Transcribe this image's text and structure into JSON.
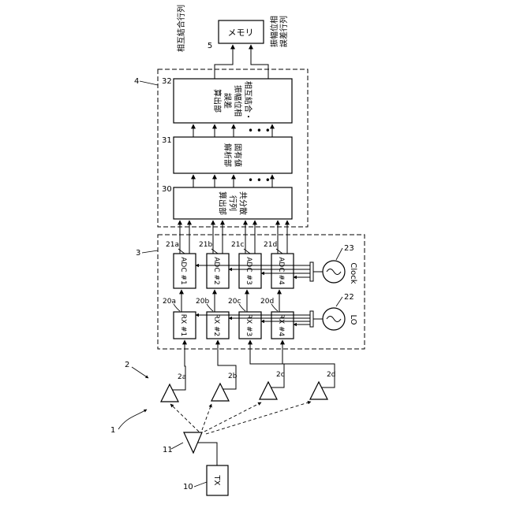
{
  "labels": {
    "corr_matrix_top": "相互結合行列",
    "memory_num": "5",
    "memory": "メモリ",
    "amp_phase_top_1": "振幅位相",
    "amp_phase_top_2": "誤差行列",
    "system_num": "1",
    "array_num": "2",
    "digitizer_num": "3",
    "processor_num": "4",
    "tx_num": "10",
    "tx_ant_num": "11",
    "tx": "TX",
    "lo_num": "22",
    "lo": "LO",
    "clock_num": "23",
    "clock": "Clock",
    "b30_num": "30",
    "b31_num": "31",
    "b32_num": "32",
    "b30_lines": [
      "共分散",
      "行列",
      "算出部"
    ],
    "b31_lines": [
      "固有値",
      "解析部"
    ],
    "b32_lines": [
      "相互結合・",
      "振幅位相",
      "誤差",
      "算出部"
    ]
  },
  "antennas": [
    {
      "num": "2a"
    },
    {
      "num": "2b"
    },
    {
      "num": "2c"
    },
    {
      "num": "2d"
    }
  ],
  "receivers": [
    {
      "label": "RX #1",
      "num": "20a"
    },
    {
      "label": "RX #2",
      "num": "20b"
    },
    {
      "label": "RX #3",
      "num": "20c"
    },
    {
      "label": "RX #4",
      "num": "20d"
    }
  ],
  "adcs": [
    {
      "label": "ADC #1",
      "num": "21a"
    },
    {
      "label": "ADC #2",
      "num": "21b"
    },
    {
      "label": "ADC #3",
      "num": "21c"
    },
    {
      "label": "ADC #4",
      "num": "21d"
    }
  ]
}
